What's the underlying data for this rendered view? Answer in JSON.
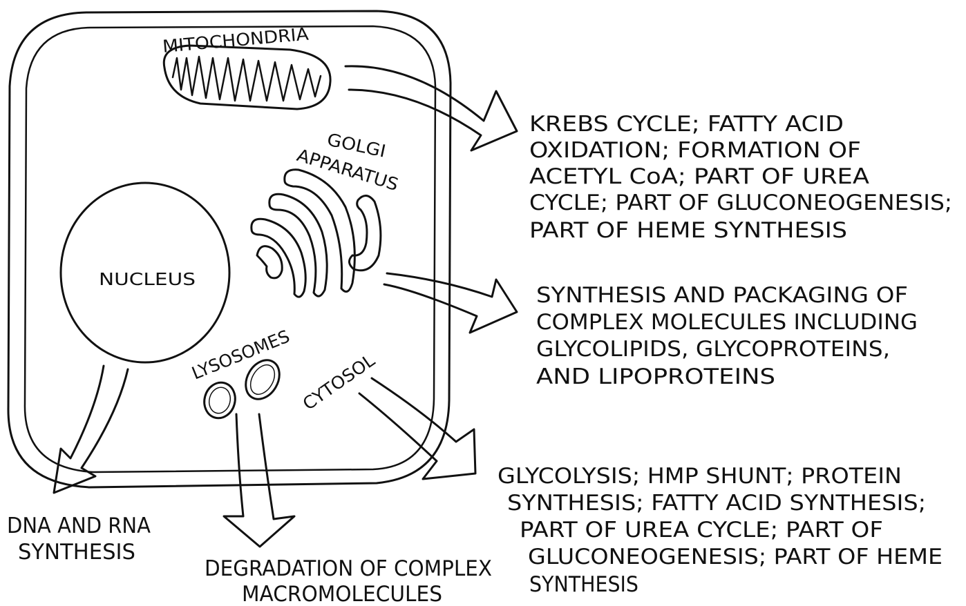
{
  "colors": {
    "ink": "#111111",
    "background": "#ffffff"
  },
  "organelles": {
    "mitochondria": "MITOCHONDRIA",
    "golgi_line1": "GOLGI",
    "golgi_line2": "APPARATUS",
    "nucleus": "NUCLEUS",
    "lysosomes": "LYSOSOMES",
    "cytosol": "CYTOSOL"
  },
  "functions": {
    "mitochondria": [
      "KREBS CYCLE; FATTY ACID",
      "OXIDATION;  FORMATION  OF",
      "ACETYL CoA;  PART OF UREA",
      "CYCLE;  PART OF GLUCONEOGENESIS;",
      "PART  OF HEME  SYNTHESIS"
    ],
    "golgi": [
      "SYNTHESIS  AND PACKAGING OF",
      "COMPLEX MOLECULES INCLUDING",
      "GLYCOLIPIDS, GLYCOPROTEINS,",
      "AND  LIPOPROTEINS"
    ],
    "cytosol": [
      "GLYCOLYSIS;  HMP SHUNT;  PROTEIN",
      "SYNTHESIS;  FATTY ACID SYNTHESIS;",
      "PART OF UREA CYCLE;  PART  OF",
      "GLUCONEOGENESIS;  PART OF HEME",
      "SYNTHESIS"
    ],
    "nucleus": [
      "DNA AND RNA",
      "SYNTHESIS"
    ],
    "lysosomes": [
      "DEGRADATION  OF  COMPLEX",
      "MACROMOLECULES"
    ]
  }
}
